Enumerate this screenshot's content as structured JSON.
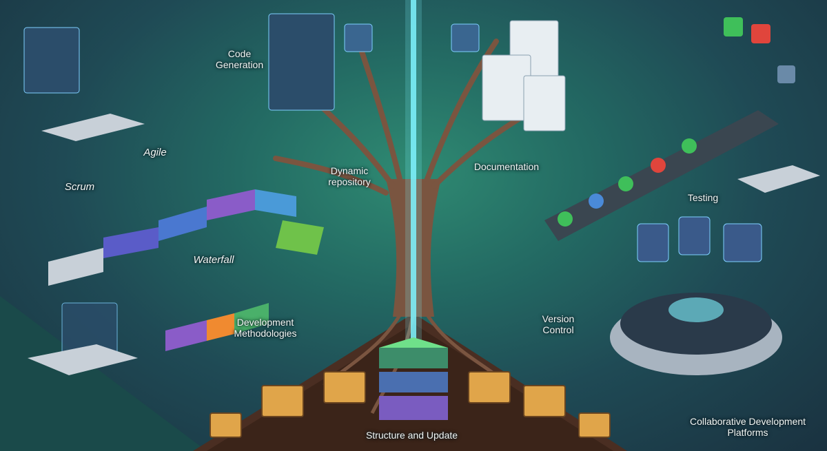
{
  "labels": {
    "code_generation": "Code\nGeneration",
    "agile": "Agile",
    "scrum": "Scrum",
    "waterfall": "Waterfall",
    "development_methodologies": "Development\nMethodologies",
    "dynamic_repository": "Dynamic\nrepository",
    "documentation": "Documentation",
    "testing": "Testing",
    "version_control": "Version\nControl",
    "structure_and_update": "Structure and Update",
    "collaborative_platforms": "Collaborative Development\nPlatforms"
  },
  "colors": {
    "beam": "#7ff3ff",
    "soil": "#4a2e22",
    "tree": "#7a5540",
    "pipeline_purple": "#8a5cc8",
    "pipeline_green": "#6fc24a",
    "check_green": "#3fbf5a",
    "fail_red": "#e0453c"
  },
  "icons": [
    "code-icon",
    "terminal-icon",
    "document-icon",
    "checkmark-icon",
    "cross-icon",
    "search-icon",
    "gear-icon",
    "folder-icon",
    "branch-icon",
    "merge-icon",
    "users-icon",
    "robot-icon"
  ]
}
